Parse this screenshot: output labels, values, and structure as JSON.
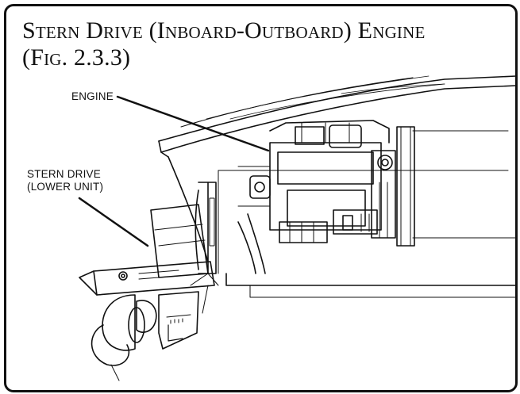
{
  "figure": {
    "title_line1": "Stern Drive (Inboard-Outboard) Engine",
    "title_line2": "(Fig. 2.3.3)",
    "labels": {
      "engine": "ENGINE",
      "stern_drive_line1": "STERN DRIVE",
      "stern_drive_line2": "(LOWER UNIT)"
    }
  },
  "colors": {
    "ink": "#111111",
    "background": "#ffffff"
  }
}
